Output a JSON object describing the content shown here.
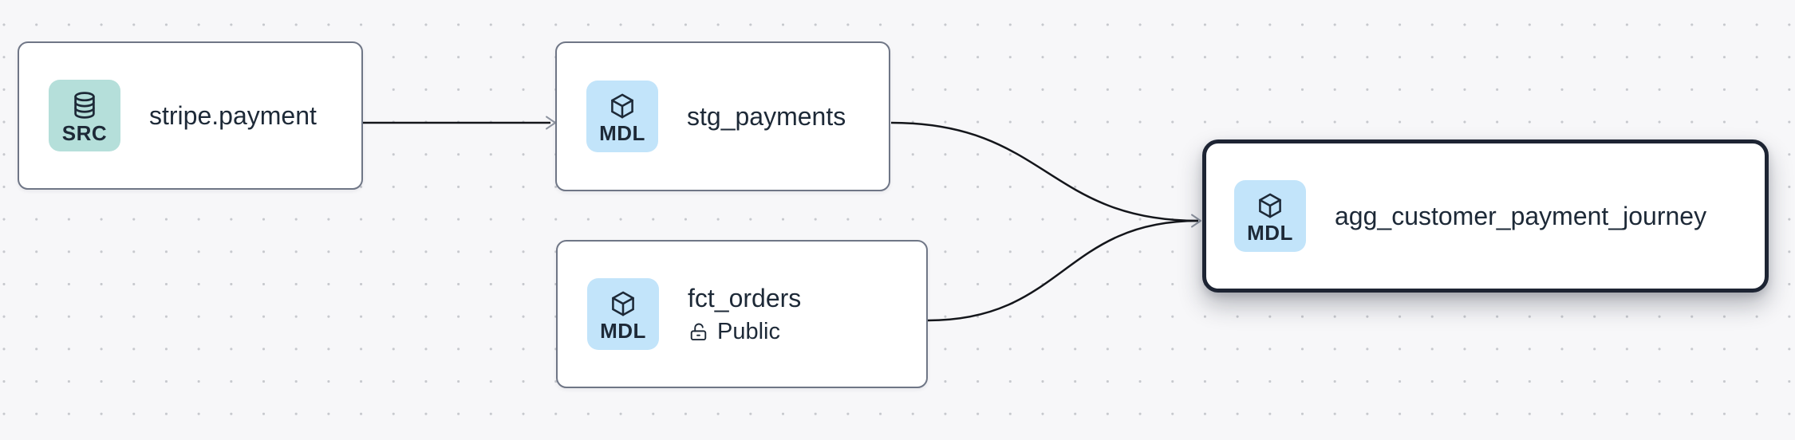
{
  "canvas": {
    "background_color": "#f7f7f9",
    "dot_color": "#c7c9ce"
  },
  "colors": {
    "source_badge": "#b5dfda",
    "model_badge": "#c2e4fa",
    "node_border": "#6f7686",
    "selected_node_border": "#1d2433",
    "text": "#1d2937",
    "edge": "#14161b",
    "arrowhead": "#8e94a0"
  },
  "nodes": [
    {
      "title": "stripe.payment",
      "badge": {
        "label": "SRC",
        "icon": "database-icon",
        "color": "#b5dfda"
      },
      "selected": false
    },
    {
      "title": "stg_payments",
      "badge": {
        "label": "MDL",
        "icon": "cube-icon",
        "color": "#c2e4fa"
      },
      "selected": false
    },
    {
      "title": "fct_orders",
      "badge": {
        "label": "MDL",
        "icon": "cube-icon",
        "color": "#c2e4fa"
      },
      "access": {
        "icon": "lock-open-icon",
        "label": "Public"
      },
      "selected": false
    },
    {
      "title": "agg_customer_payment_journey",
      "badge": {
        "label": "MDL",
        "icon": "cube-icon",
        "color": "#c2e4fa"
      },
      "selected": true
    }
  ],
  "edges": [
    {
      "from": "stripe.payment",
      "to": "stg_payments"
    },
    {
      "from": "stg_payments",
      "to": "agg_customer_payment_journey"
    },
    {
      "from": "fct_orders",
      "to": "agg_customer_payment_journey"
    }
  ]
}
